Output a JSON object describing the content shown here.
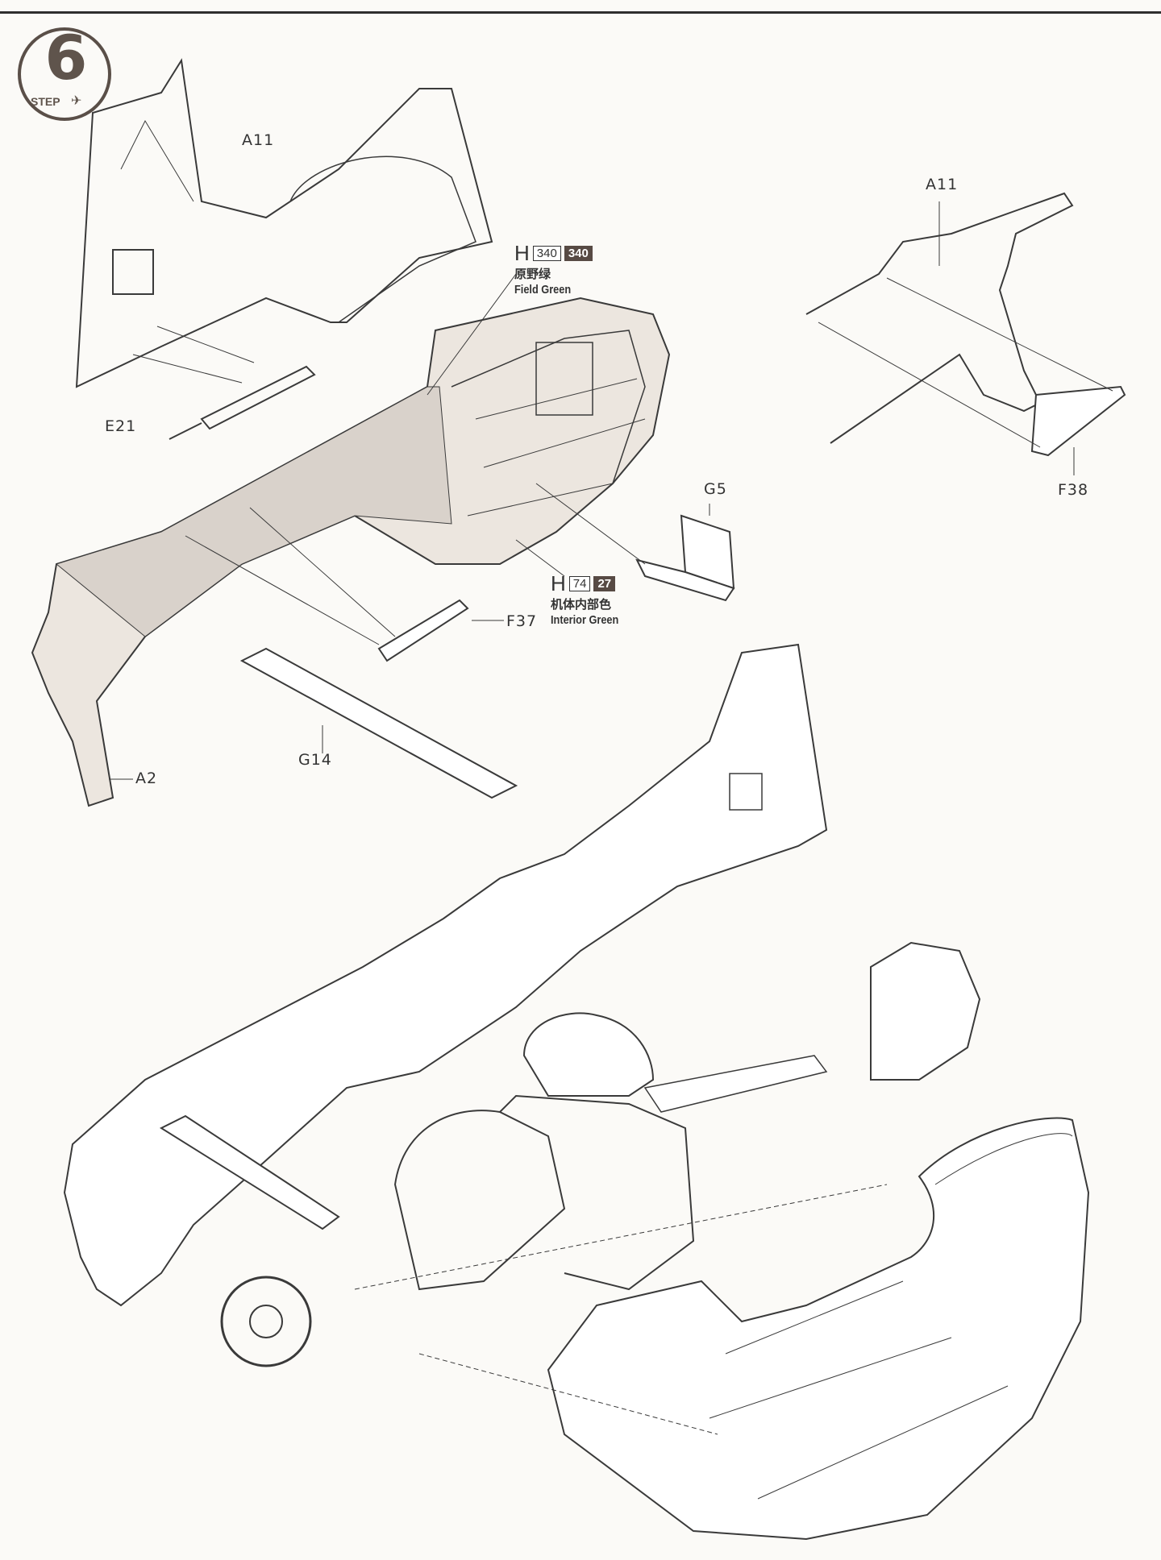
{
  "step": {
    "label": "STEP",
    "number": "6"
  },
  "parts": {
    "a11_left": "A11",
    "a11_right": "A11",
    "e21": "E21",
    "g5": "G5",
    "f38": "F38",
    "f37": "F37",
    "g14": "G14",
    "a2": "A2"
  },
  "paints": {
    "field_green": {
      "prefix": "H",
      "code1": "340",
      "code2": "340",
      "name_cn": "原野绿",
      "name_en": "Field Green"
    },
    "interior_green": {
      "prefix": "H",
      "code1": "74",
      "code2": "27",
      "name_cn": "机体内部色",
      "name_en": "Interior Green"
    }
  },
  "colors": {
    "ink": "#333333",
    "paint_badge": "#574a44",
    "shade": "#d9d2cb"
  }
}
